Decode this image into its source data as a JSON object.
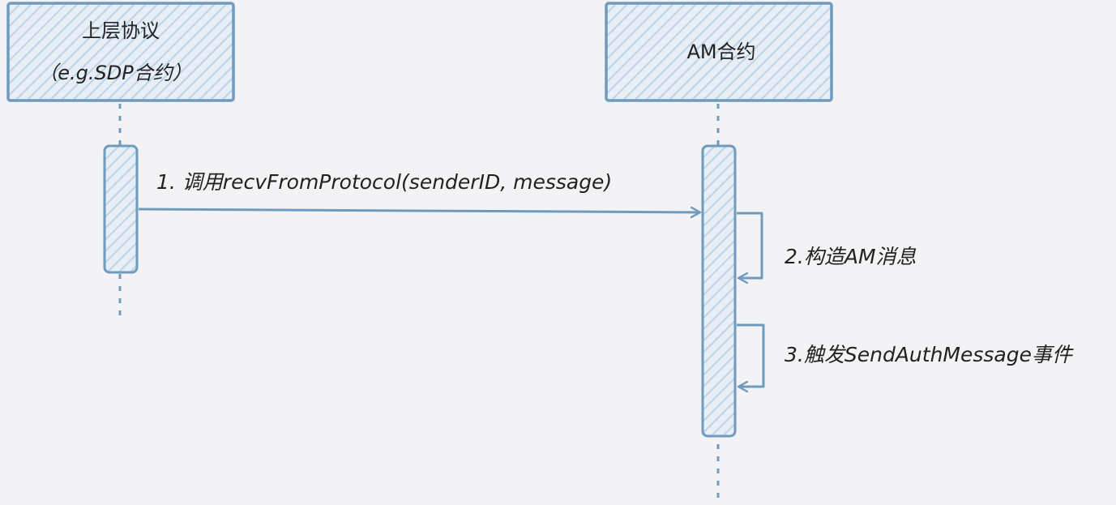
{
  "participants": [
    {
      "id": "upper",
      "label_line1": "上层协议",
      "label_line2": "（e.g.SDP合约）"
    },
    {
      "id": "am",
      "label_line1": "AM合约"
    }
  ],
  "messages": [
    {
      "id": "m1",
      "from": "upper",
      "to": "am",
      "label": "1. 调用recvFromProtocol(senderID, message)"
    },
    {
      "id": "m2",
      "from": "am",
      "to": "am",
      "label": "2.构造AM消息"
    },
    {
      "id": "m3",
      "from": "am",
      "to": "am",
      "label": "3.触发SendAuthMessage事件"
    }
  ],
  "colors": {
    "stroke": "#6f9bbf",
    "hatch": "#bcd3e6",
    "box_fill": "#e7eef5",
    "background": "#f3f3f6",
    "text": "#222222"
  }
}
